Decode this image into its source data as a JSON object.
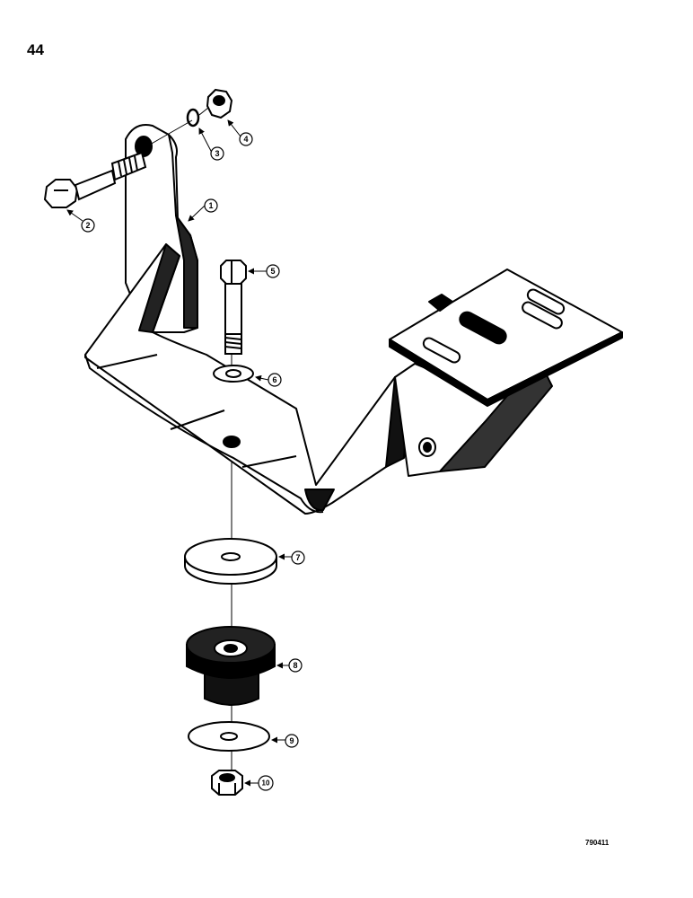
{
  "page": {
    "number": "44",
    "figure_id": "790411"
  },
  "callouts": [
    "1",
    "2",
    "3",
    "4",
    "5",
    "6",
    "7",
    "8",
    "9",
    "10"
  ]
}
